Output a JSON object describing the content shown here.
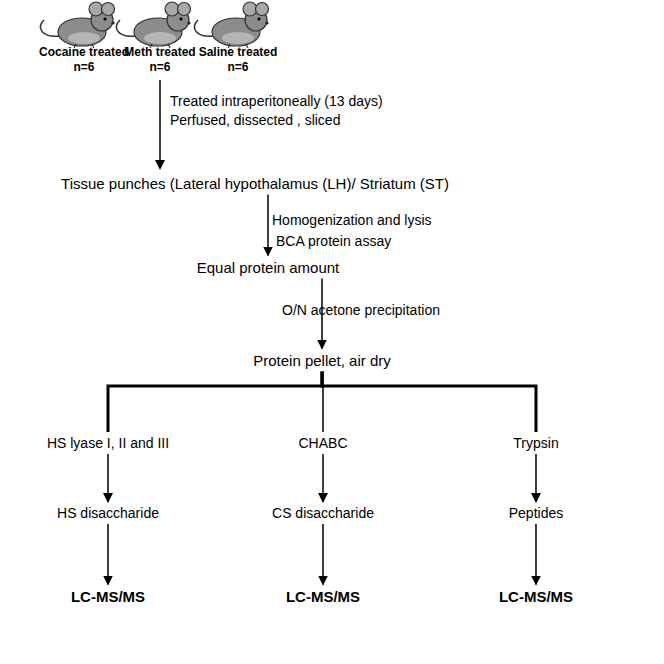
{
  "diagram": {
    "nodes": [
      {
        "text": [
          "Tissue punches (Lateral hypothalamus (LH)/ Striatum (ST)"
        ]
      },
      {
        "text": [
          "Equal protein amount"
        ]
      },
      {
        "text": [
          "Protein pellet, air dry"
        ]
      },
      {
        "text": [
          "HS lyase I, II and III"
        ]
      },
      {
        "text": [
          "CHABC"
        ]
      },
      {
        "text": [
          "Trypsin"
        ]
      },
      {
        "text": [
          "HS disaccharide"
        ]
      },
      {
        "text": [
          "CS disaccharide"
        ]
      },
      {
        "text": [
          "Peptides"
        ]
      },
      {
        "text": [
          "LC-MS/MS"
        ]
      },
      {
        "text": [
          "LC-MS/MS"
        ]
      },
      {
        "text": [
          "LC-MS/MS"
        ]
      }
    ],
    "edges": [
      {
        "from": 0,
        "to": 1,
        "arrow": "to"
      },
      {
        "from": 1,
        "to": 2,
        "arrow": "to"
      },
      {
        "from": 2,
        "to": 3,
        "arrow": "none"
      },
      {
        "from": 2,
        "to": 4,
        "arrow": "none"
      },
      {
        "from": 2,
        "to": 5,
        "arrow": "none"
      },
      {
        "from": 3,
        "to": 6,
        "arrow": "to"
      },
      {
        "from": 4,
        "to": 7,
        "arrow": "to"
      },
      {
        "from": 5,
        "to": 8,
        "arrow": "to"
      },
      {
        "from": 6,
        "to": 9,
        "arrow": "to"
      },
      {
        "from": 7,
        "to": 10,
        "arrow": "to"
      },
      {
        "from": 8,
        "to": 11,
        "arrow": "to"
      }
    ],
    "labels": [
      "Cocaine treated",
      "n=6",
      "Meth treated",
      "n=6",
      "Saline treated",
      "n=6",
      "Treated intraperitoneally (13 days)",
      "Perfused, dissected , sliced",
      "Homogenization and lysis",
      "BCA protein assay",
      "O/N acetone precipitation"
    ]
  }
}
